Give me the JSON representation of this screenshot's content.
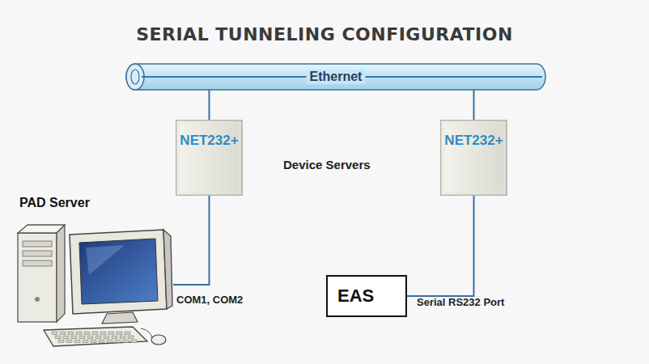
{
  "diagram": {
    "title": "SERIAL TUNNELING CONFIGURATION",
    "nodes": [
      {
        "text": [
          "Ethernet"
        ]
      },
      {
        "text": [
          "NET232+"
        ]
      },
      {
        "text": [
          "NET232+"
        ]
      },
      {
        "text": [
          "PAD Server"
        ]
      },
      {
        "text": [
          "EAS"
        ]
      }
    ],
    "edges": [
      {
        "from": 0,
        "to": 1,
        "arrow": "none"
      },
      {
        "from": 0,
        "to": 2,
        "arrow": "none"
      },
      {
        "from": 1,
        "to": 3,
        "arrow": "none"
      },
      {
        "from": 2,
        "to": 4,
        "arrow": "none"
      }
    ],
    "labels": [
      "Device Servers",
      "COM1, COM2",
      "Serial RS232 Port"
    ]
  }
}
